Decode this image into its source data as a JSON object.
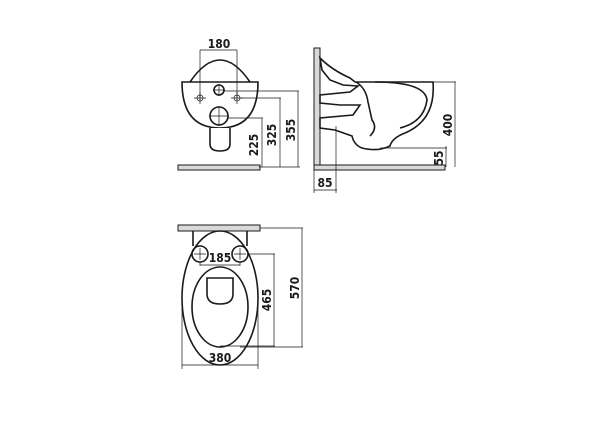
{
  "views": {
    "front": {
      "dims": {
        "width_top": "180",
        "h_outlet": "225",
        "h_fix": "325",
        "h_inlet": "355"
      }
    },
    "side": {
      "dims": {
        "height": "400",
        "outlet_h": "55",
        "wall_offset": "85"
      }
    },
    "top": {
      "dims": {
        "fix_spacing": "185",
        "width": "380",
        "length_fix": "465",
        "length": "570"
      }
    }
  },
  "colors": {
    "line": "#1a1a1a",
    "wall": "#d9d9d9",
    "background": "#ffffff"
  }
}
